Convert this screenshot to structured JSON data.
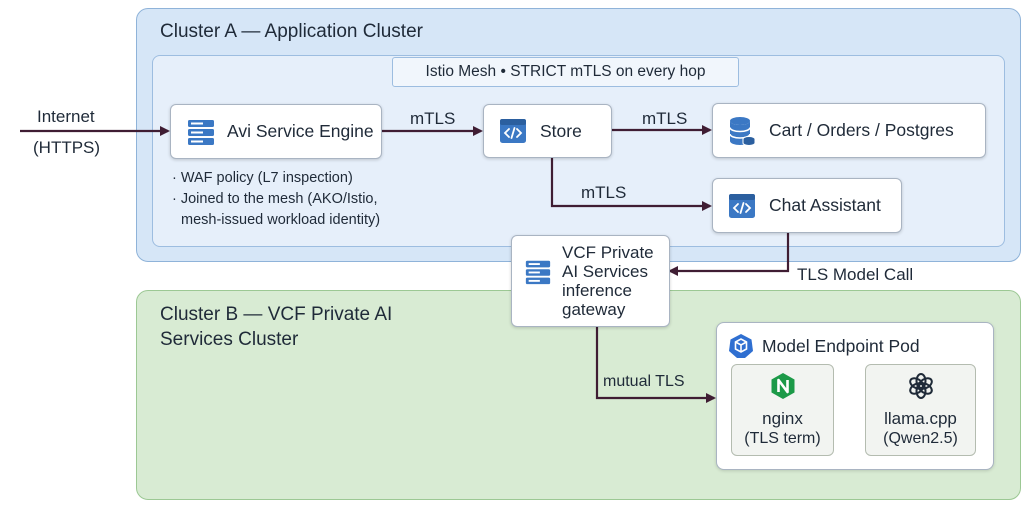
{
  "colors": {
    "cluster_a_bg": "#d6e6f7",
    "cluster_b_bg": "#d8ebd3",
    "arrow": "#3f1d33",
    "icon_blue": "#3b78c4",
    "nginx_green": "#1c9a48"
  },
  "left": {
    "internet_line1": "Internet",
    "internet_line2": "(HTTPS)"
  },
  "cluster_a": {
    "title": "Cluster A — Application Cluster",
    "mesh_label": "Istio Mesh • STRICT mTLS on every hop",
    "avi": {
      "label": "Avi Service Engine",
      "icon": "server-icon",
      "bullets": [
        "· WAF policy (L7 inspection)",
        "· Joined to the mesh (AKO/Istio,",
        "  mesh-issued workload identity)"
      ]
    },
    "store": {
      "label": "Store",
      "icon": "code-window-icon"
    },
    "cart": {
      "label": "Cart / Orders / Postgres",
      "icon": "database-icon"
    },
    "chat": {
      "label": "Chat Assistant",
      "icon": "code-window-icon"
    },
    "edges": {
      "avi_to_store": "mTLS",
      "store_to_cart": "mTLS",
      "store_to_chat": "mTLS",
      "chat_to_gateway": "TLS Model Call"
    }
  },
  "gateway": {
    "icon": "server-icon",
    "lines": [
      "VCF Private",
      "AI Services",
      "inference",
      "gateway"
    ]
  },
  "cluster_b": {
    "title_line1": "Cluster B — VCF Private AI",
    "title_line2": "Services Cluster",
    "edge_gateway_to_pod": "mutual TLS",
    "pod": {
      "title": "Model Endpoint Pod",
      "icon": "kubernetes-pod-icon",
      "nginx": {
        "icon": "nginx-icon",
        "line1": "nginx",
        "line2": "(TLS term)"
      },
      "llama": {
        "icon": "openai-knot-icon",
        "line1": "llama.cpp",
        "line2": "(Qwen2.5)"
      }
    }
  }
}
